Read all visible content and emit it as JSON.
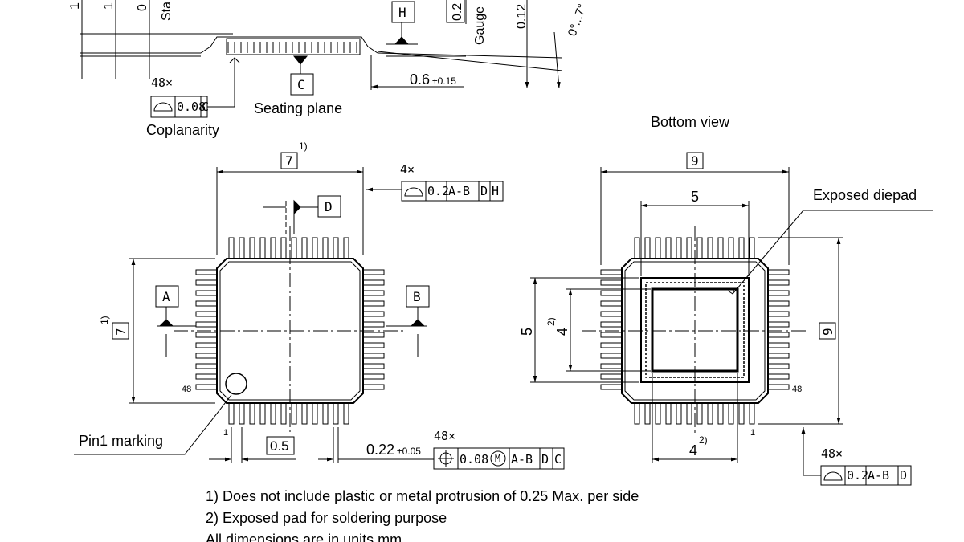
{
  "side_view": {
    "cut_label_1": "1",
    "cut_label_2": "1",
    "cut_label_3": "0",
    "cut_label_stand": "Sta",
    "datum_h": "H",
    "datum_c": "C",
    "cut_label_02": "0.2",
    "gauge": "Gauge",
    "cut_label_012": "0.12",
    "angle": "0°...7°",
    "lead_len": "0.6",
    "lead_len_tol": "±0.15",
    "coplan_count": "48×",
    "coplan_value": "0.08",
    "coplan_ref": "C",
    "seating_plane": "Seating plane",
    "coplanarity": "Coplanarity"
  },
  "top_view": {
    "width": "7",
    "width_note": "1)",
    "height": "7",
    "height_note": "1)",
    "tol_count": "4×",
    "tol_value": "0.2",
    "tol_ref_ab": "A-B",
    "tol_ref_d": "D",
    "tol_ref_h": "H",
    "datum_d": "D",
    "datum_a": "A",
    "datum_b": "B",
    "pin48": "48",
    "pin1": "1",
    "pin1_marking": "Pin1 marking",
    "pitch": "0.5",
    "lead_width": "0.22",
    "lead_width_tol": "±0.05",
    "pos_count": "48×",
    "pos_value": "0.08",
    "pos_mod": "M",
    "pos_ref_ab": "A-B",
    "pos_ref_d": "D",
    "pos_ref_c": "C"
  },
  "bottom_view": {
    "title": "Bottom view",
    "width": "9",
    "pad_width": "5",
    "exposed_diepad": "Exposed diepad",
    "height": "9",
    "pad_height_outer": "5",
    "pad_height_inner": "4",
    "pad_height_inner_note": "2)",
    "pad_width_inner": "4",
    "pad_width_inner_note": "2)",
    "pin48": "48",
    "pin1": "1",
    "tol_count": "48×",
    "tol_value": "0.2",
    "tol_ref_ab": "A-B",
    "tol_ref_d": "D"
  },
  "notes": {
    "note1": "1) Does not include plastic or metal protrusion of 0.25 Max. per side",
    "note2": "2) Exposed pad for soldering purpose",
    "note3": "All dimensions are in units mm"
  }
}
